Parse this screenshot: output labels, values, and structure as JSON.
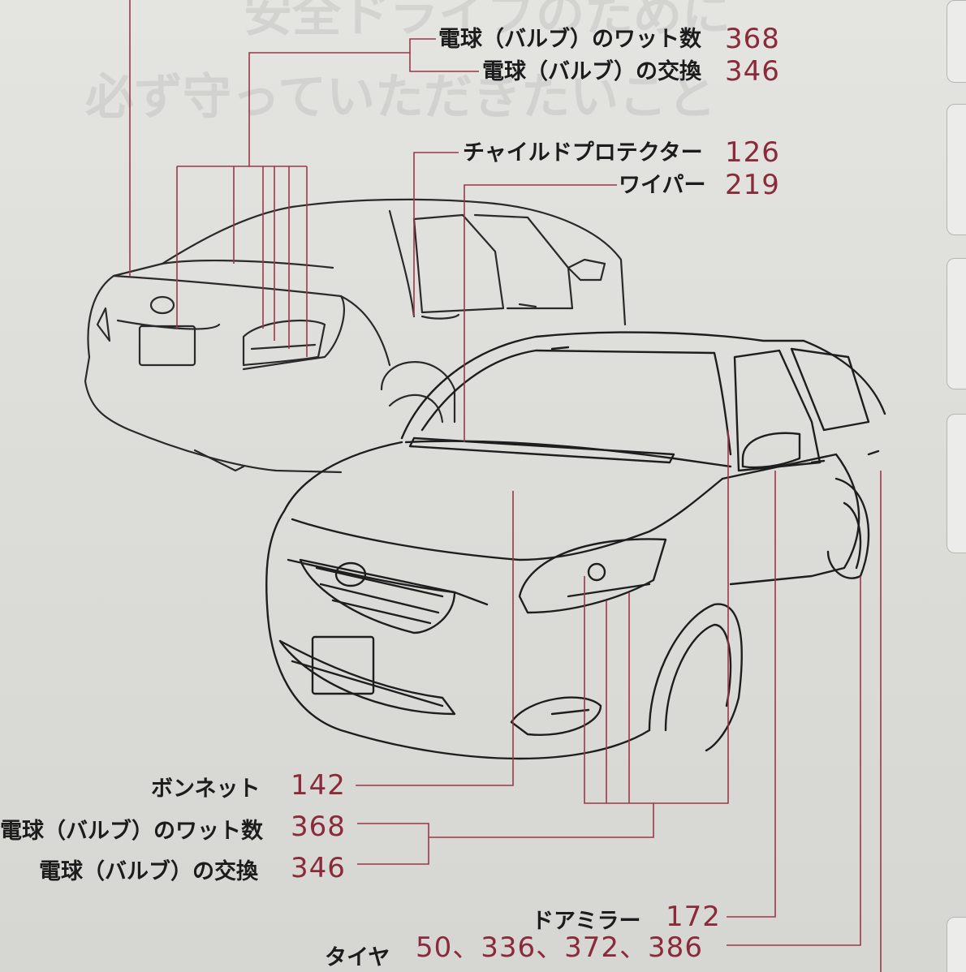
{
  "callouts": {
    "bulb_wattage_top": {
      "label": "電球（バルブ）のワット数",
      "page": "368"
    },
    "bulb_replace_top": {
      "label": "電球（バルブ）の交換",
      "page": "346"
    },
    "child_protector": {
      "label": "チャイルドプロテクター",
      "page": "126"
    },
    "wiper": {
      "label": "ワイパー",
      "page": "219"
    },
    "bonnet": {
      "label": "ボンネット",
      "page": "142"
    },
    "bulb_wattage_bottom": {
      "label": "電球（バルブ）のワット数",
      "page": "368"
    },
    "bulb_replace_bottom": {
      "label": "電球（バルブ）の交換",
      "page": "346"
    },
    "door_mirror": {
      "label": "ドアミラー",
      "page": "172"
    },
    "tire": {
      "label": "タイヤ",
      "page": "50、336、372、386"
    }
  },
  "background_heading": {
    "line1": "安全ドライブのために",
    "line2": "必ず守っていただきたいこと"
  },
  "colors": {
    "accent": "#8a2a3a",
    "leader_line": "#9a3848",
    "text": "#1c1c1c",
    "paper": "#dedeDA"
  }
}
